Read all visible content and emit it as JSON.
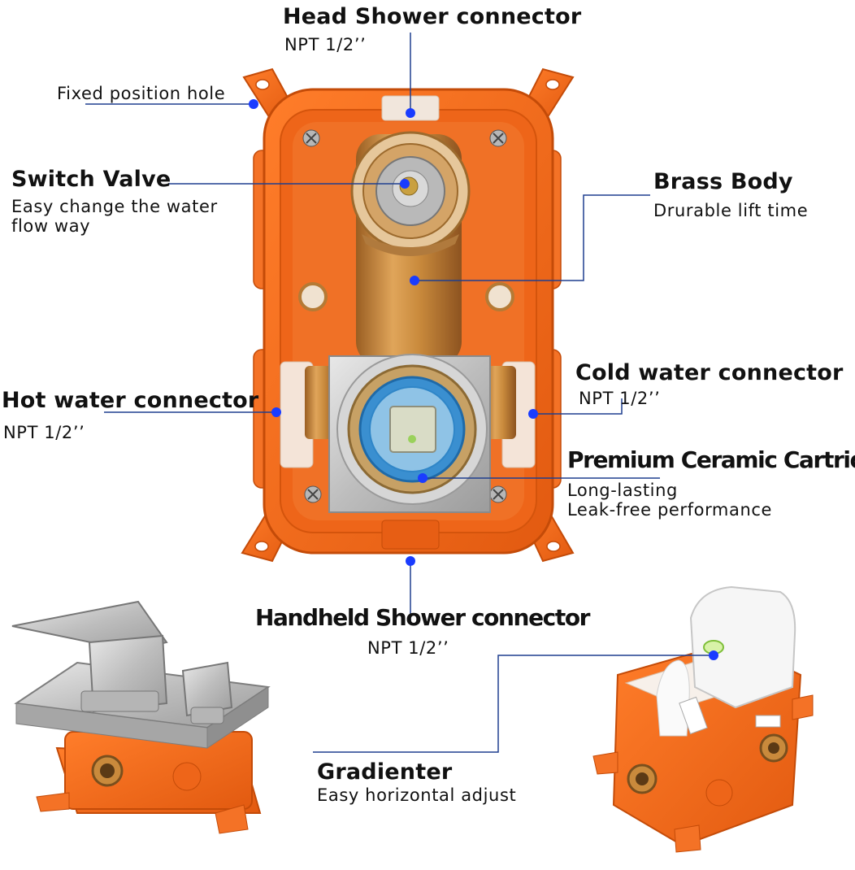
{
  "callouts": {
    "head_shower": {
      "title": "Head Shower connector",
      "spec": "NPT  1/2’’"
    },
    "fixed_hole": {
      "title": "Fixed position hole"
    },
    "switch_valve": {
      "title": "Switch Valve",
      "desc1": "Easy change the water",
      "desc2": "flow way"
    },
    "brass_body": {
      "title": "Brass Body",
      "desc": "Drurable lift time"
    },
    "cold_water": {
      "title": "Cold water connector",
      "spec": "NPT  1/2’’"
    },
    "hot_water": {
      "title": "Hot water connector",
      "spec": "NPT  1/2’’"
    },
    "cartridge": {
      "title": "Premium Ceramic Cartridge",
      "desc1": "Long-lasting",
      "desc2": "Leak-free performance"
    },
    "handheld": {
      "title": "Handheld Shower  connector",
      "spec": "NPT  1/2’’"
    },
    "gradienter": {
      "title": "Gradienter",
      "desc": "Easy horizontal adjust"
    }
  },
  "colors": {
    "leader_line": "#1f3f8f",
    "dot": "#1a3cff",
    "box_orange": "#f26a1b",
    "box_inner": "#f7f0ea",
    "brass": "#c98a3c",
    "chrome": "#c9c9c9",
    "cartridge_blue": "#2f86c8"
  }
}
